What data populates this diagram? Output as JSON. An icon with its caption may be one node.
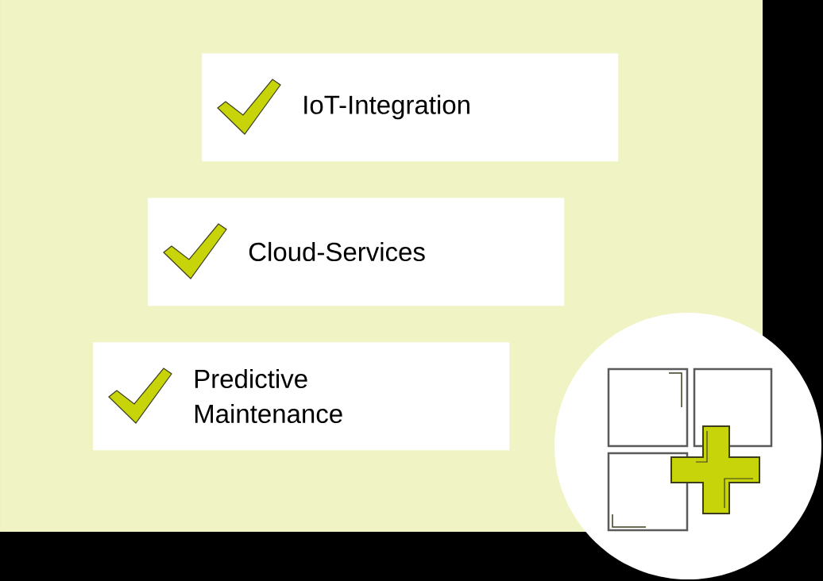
{
  "diagram": {
    "nodes": [
      {
        "text": [
          "IoT-Integration"
        ]
      },
      {
        "text": [
          "Cloud-Services"
        ]
      },
      {
        "text": [
          "Predictive Maintenance"
        ]
      }
    ]
  }
}
